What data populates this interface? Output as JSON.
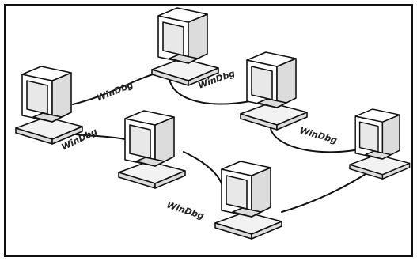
{
  "diagram": {
    "nodes": [
      {
        "id": "pc-left",
        "icon": "computer-icon"
      },
      {
        "id": "pc-top",
        "icon": "computer-icon"
      },
      {
        "id": "pc-center",
        "icon": "computer-icon"
      },
      {
        "id": "pc-right-mid",
        "icon": "computer-icon"
      },
      {
        "id": "pc-bottom",
        "icon": "computer-icon"
      },
      {
        "id": "pc-far-right",
        "icon": "computer-icon"
      }
    ],
    "links": [
      {
        "from": "pc-left",
        "to": "pc-top",
        "label": "WinDbg"
      },
      {
        "from": "pc-left",
        "to": "pc-center",
        "label": "WinDbg"
      },
      {
        "from": "pc-top",
        "to": "pc-right-mid",
        "label": "WinDbg"
      },
      {
        "from": "pc-center",
        "to": "pc-bottom",
        "label": "WinDbg"
      },
      {
        "from": "pc-right-mid",
        "to": "pc-far-right",
        "label": "WinDbg"
      },
      {
        "from": "pc-bottom",
        "to": "pc-far-right",
        "label": ""
      }
    ]
  }
}
